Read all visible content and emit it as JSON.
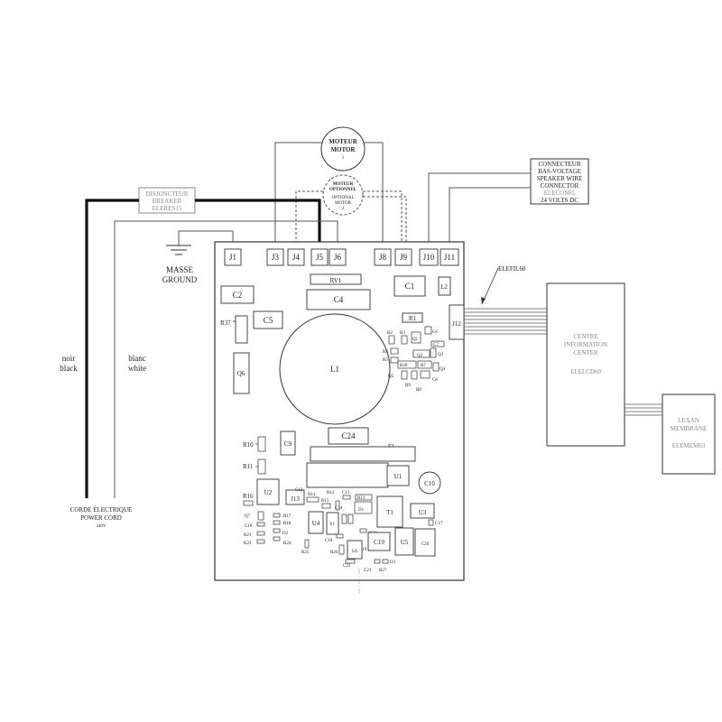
{
  "motor": {
    "line1": "MOTEUR",
    "line2": "MOTOR",
    "line3": "1"
  },
  "optional_motor": {
    "line1": "MOTEUR",
    "line2": "OPTIONNEL",
    "line3": "OPTIONAL",
    "line4": "MOTOR",
    "line5": "2"
  },
  "speaker_connector": {
    "line1": "CONNECTEUR",
    "line2": "BAS-VOLTAGE",
    "line3": "SPEAKER WIRE",
    "line4": "CONNECTOR",
    "line5": "ELECON65",
    "line6": "24 VOLTS DC"
  },
  "breaker": {
    "line1": "DISJONCTEUR",
    "line2": "BREAKER",
    "line3": "ELERES15"
  },
  "ground": {
    "line1": "MASSE",
    "line2": "GROUND"
  },
  "ribbon_label": "ELEFIL60",
  "info_center": {
    "line1": "CENTRE",
    "line2": "INFORMATION",
    "line3": "CENTER",
    "line4": "ELELCD60"
  },
  "membrane": {
    "line1": "LEXAN",
    "line2": "MEMBRANE",
    "line3": "ELEMEM63"
  },
  "wire_black": {
    "line1": "noir",
    "line2": "black"
  },
  "wire_white": {
    "line1": "blanc",
    "line2": "white"
  },
  "power_cord": {
    "line1": "CORDE ÉLECTRIQUE",
    "line2": "POWER CORD",
    "line3": "240V"
  },
  "connectors": {
    "j1": "J1",
    "j3": "J3",
    "j4": "J4",
    "j5": "J5",
    "j6": "J6",
    "j8": "J8",
    "j9": "J9",
    "j10": "J10",
    "j11": "J11",
    "j12": "J12",
    "j13": "J13"
  },
  "components": {
    "rv1": "RV1",
    "c1": "C1",
    "c2": "C2",
    "c4": "C4",
    "c5": "C5",
    "l2": "L2",
    "r37": "R37",
    "r1": "R1",
    "r2": "R2",
    "r3": "R3",
    "q1": "Q1",
    "c6": "C6",
    "c7": "C7",
    "r4": "R4",
    "q3": "Q3",
    "r5": "R5",
    "q2": "Q2",
    "r7": "R7",
    "q4": "Q4",
    "q5": "Q5",
    "c8": "C8",
    "r9": "R9",
    "r8": "R8",
    "l1": "L1",
    "q6": "Q6",
    "c24": "C24",
    "f1": "F1",
    "c9": "C9",
    "r10": "R10",
    "r11": "R11",
    "u1": "U1",
    "c10": "C10",
    "u2": "U2",
    "r16": "R16",
    "c12": "C12",
    "r14": "R14",
    "r12": "R12",
    "c13": "C13",
    "r13": "R13",
    "r15": "R15",
    "c14": "C14",
    "d1": "D1",
    "t1": "T1",
    "u3": "U3",
    "c17": "C17",
    "q7": "Q7",
    "r17": "R17",
    "c16": "C16",
    "r18": "R18",
    "u4": "U4",
    "y1": "Y1",
    "r22": "R22",
    "r20": "R20",
    "r21": "R21",
    "d2": "D2",
    "r23": "R23",
    "r24": "R24",
    "c18": "C18",
    "r19": "R19",
    "c19": "C19",
    "u5": "U5",
    "c20": "C20",
    "r25": "R25",
    "r26": "R26",
    "u6": "U6",
    "c22": "C22",
    "c21": "C21",
    "r27": "R27",
    "d3": "D3"
  }
}
